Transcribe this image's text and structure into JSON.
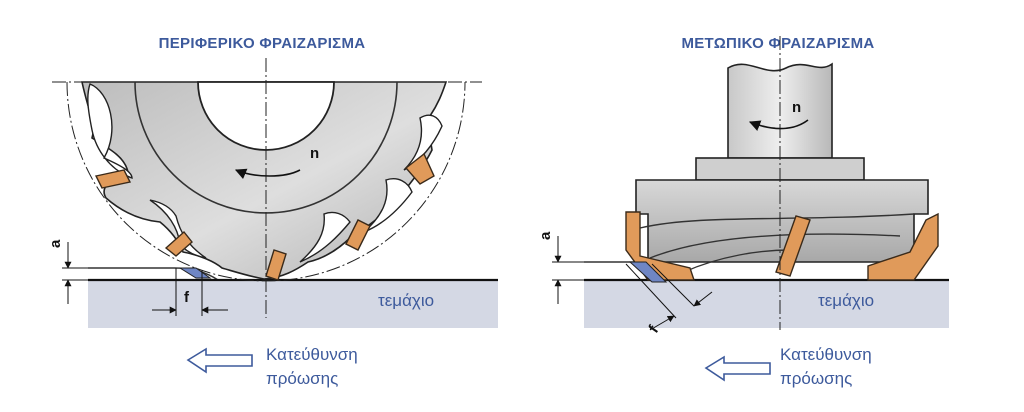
{
  "left_panel": {
    "title": "ΠΕΡΙΦΕΡΙΚΟ ΦΡΑΙΖΑΡΙΣΜΑ",
    "rotation_label": "n",
    "depth_label": "a",
    "feed_label": "f",
    "workpiece_label": "τεμάχιο",
    "feed_direction_line1": "Κατεύθυνση",
    "feed_direction_line2": "πρόωσης"
  },
  "right_panel": {
    "title": "ΜΕΤΩΠΙΚΟ ΦΡΑΙΖΑΡΙΣΜΑ",
    "rotation_label": "n",
    "depth_label": "a",
    "feed_label": "f",
    "workpiece_label": "τεμάχιο",
    "feed_direction_line1": "Κατεύθυνση",
    "feed_direction_line2": "πρόωσης"
  },
  "colors": {
    "title": "#3d5a9c",
    "workpiece": "#d4d8e4",
    "tool_light": "#dcdcdc",
    "tool_dark": "#9a9a9a",
    "insert": "#e09a5a",
    "arrow_fill": "#ffffff",
    "arrow_stroke": "#3d5a9c"
  }
}
